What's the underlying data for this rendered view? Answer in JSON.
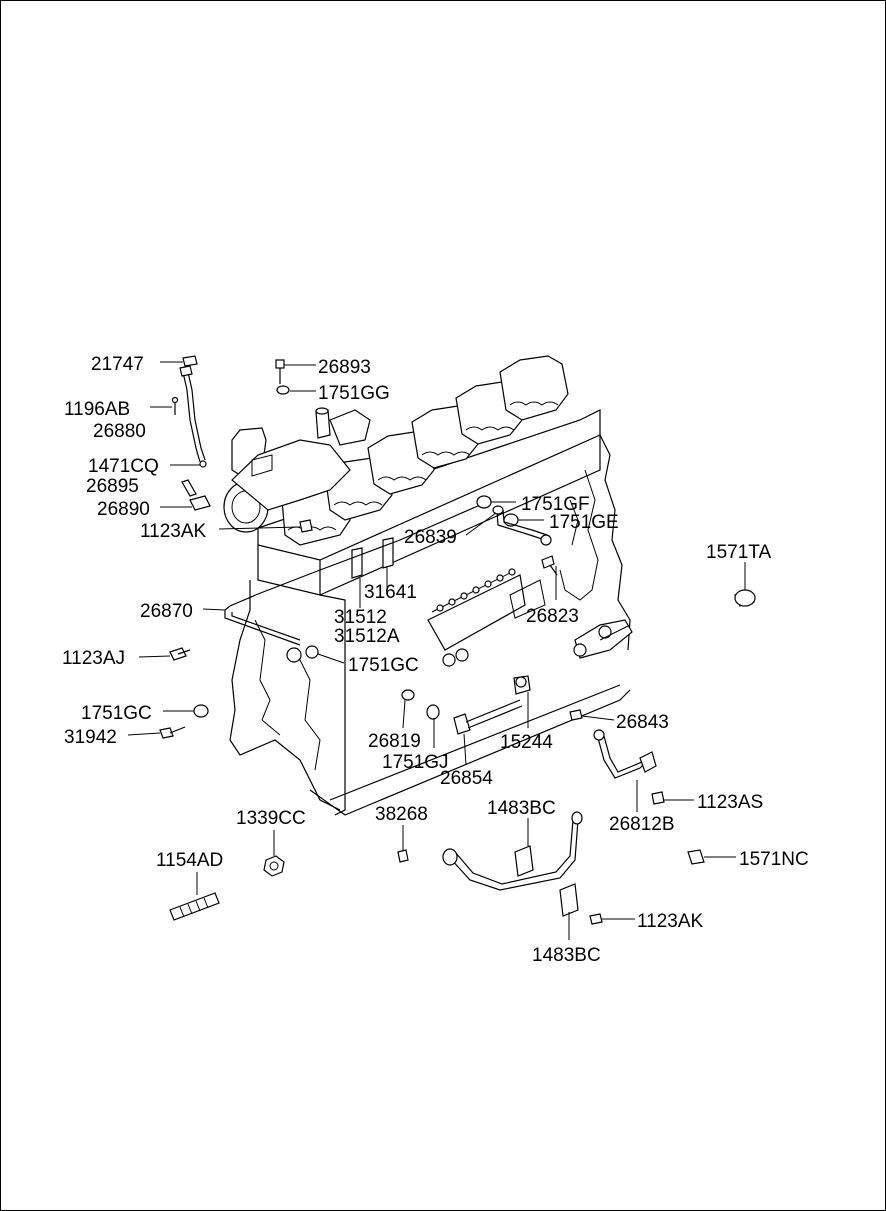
{
  "labels": [
    {
      "id": "21747",
      "text": "21747"
    },
    {
      "id": "26893",
      "text": "26893"
    },
    {
      "id": "1751GG",
      "text": "1751GG"
    },
    {
      "id": "1196AB",
      "text": "1196AB"
    },
    {
      "id": "26880",
      "text": "26880"
    },
    {
      "id": "1471CQ",
      "text": "1471CQ"
    },
    {
      "id": "26895",
      "text": "26895"
    },
    {
      "id": "26890",
      "text": "26890"
    },
    {
      "id": "1123AK_top",
      "text": "1123AK"
    },
    {
      "id": "1751GF",
      "text": "1751GF"
    },
    {
      "id": "26839",
      "text": "26839"
    },
    {
      "id": "1751GE",
      "text": "1751GE"
    },
    {
      "id": "1571TA",
      "text": "1571TA"
    },
    {
      "id": "31641",
      "text": "31641"
    },
    {
      "id": "26870",
      "text": "26870"
    },
    {
      "id": "31512",
      "text": "31512"
    },
    {
      "id": "31512A",
      "text": "31512A"
    },
    {
      "id": "26823",
      "text": "26823"
    },
    {
      "id": "1123AJ",
      "text": "1123AJ"
    },
    {
      "id": "1751GC_right",
      "text": "1751GC"
    },
    {
      "id": "1751GC_left",
      "text": "1751GC"
    },
    {
      "id": "31942",
      "text": "31942"
    },
    {
      "id": "26843",
      "text": "26843"
    },
    {
      "id": "26819",
      "text": "26819"
    },
    {
      "id": "15244",
      "text": "15244"
    },
    {
      "id": "1751GJ",
      "text": "1751GJ"
    },
    {
      "id": "26854",
      "text": "26854"
    },
    {
      "id": "1123AS",
      "text": "1123AS"
    },
    {
      "id": "26812B",
      "text": "26812B"
    },
    {
      "id": "1339CC",
      "text": "1339CC"
    },
    {
      "id": "38268",
      "text": "38268"
    },
    {
      "id": "1483BC_top",
      "text": "1483BC"
    },
    {
      "id": "1154AD",
      "text": "1154AD"
    },
    {
      "id": "1571NC",
      "text": "1571NC"
    },
    {
      "id": "1123AK_bottom",
      "text": "1123AK"
    },
    {
      "id": "1483BC_bottom",
      "text": "1483BC"
    }
  ],
  "colors": {
    "line": "#000000",
    "background": "#ffffff"
  }
}
